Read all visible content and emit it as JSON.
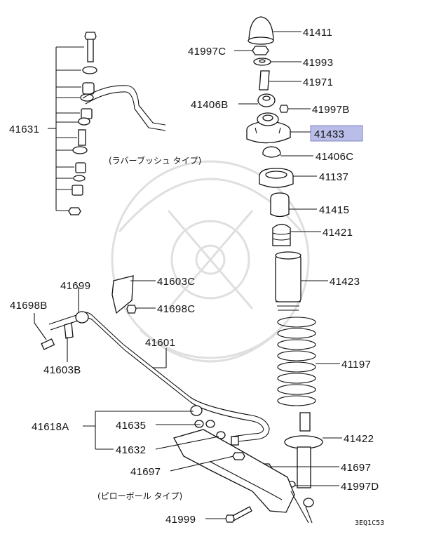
{
  "diagram": {
    "highlight_color": "#b9bde8",
    "parts": {
      "p41411": "41411",
      "p41997C": "41997C",
      "p41993": "41993",
      "p41971": "41971",
      "p41406B": "41406B",
      "p41997B": "41997B",
      "p41433": "41433",
      "p41406C": "41406C",
      "p41137": "41137",
      "p41415": "41415",
      "p41421": "41421",
      "p41423": "41423",
      "p41197": "41197",
      "p41422": "41422",
      "p41697a": "41697",
      "p41997D": "41997D",
      "p41631": "41631",
      "p41699": "41699",
      "p41603C": "41603C",
      "p41698B": "41698B",
      "p41698C": "41698C",
      "p41601": "41601",
      "p41603B": "41603B",
      "p41618A": "41618A",
      "p41635": "41635",
      "p41632": "41632",
      "p41697b": "41697",
      "p41999": "41999"
    },
    "notes": {
      "rubber_bush_type": "(ラバーブッシュ タイプ)",
      "pillow_ball_type": "(ピローボール タイプ)"
    },
    "figure_code": "3EQ1C53"
  }
}
